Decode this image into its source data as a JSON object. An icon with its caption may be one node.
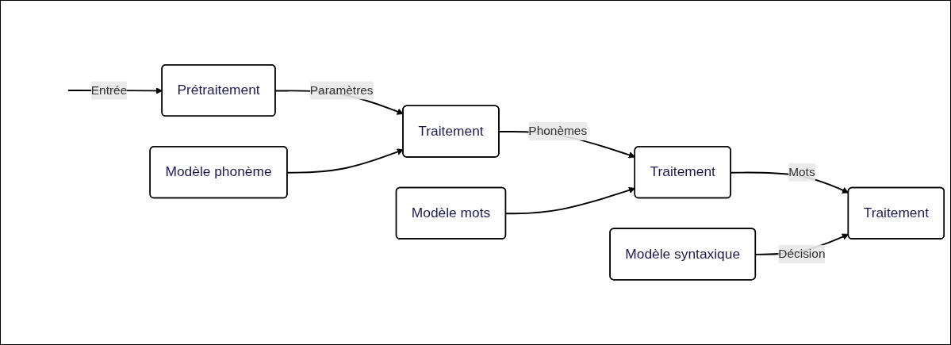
{
  "diagram": {
    "nodes": [
      {
        "text": [
          "Modèle phonème"
        ]
      },
      {
        "text": [
          "Modèle mots"
        ]
      },
      {
        "text": [
          "Modèle syntaxique"
        ]
      },
      {
        "text": [
          "Prétraitement"
        ]
      },
      {
        "text": [
          "Traitement"
        ]
      },
      {
        "text": [
          "Traitement"
        ]
      },
      {
        "text": [
          "Traitement"
        ]
      }
    ],
    "edges": [
      {
        "from": null,
        "to": 3,
        "arrow": "to",
        "label": "Entrée"
      },
      {
        "from": 3,
        "to": 4,
        "arrow": "to",
        "label": "Paramètres"
      },
      {
        "from": 0,
        "to": 4,
        "arrow": "to"
      },
      {
        "from": 4,
        "to": 5,
        "arrow": "to",
        "label": "Phonèmes"
      },
      {
        "from": 1,
        "to": 5,
        "arrow": "to"
      },
      {
        "from": 5,
        "to": 6,
        "arrow": "to",
        "label": "Mots"
      },
      {
        "from": 2,
        "to": 6,
        "arrow": "to",
        "label": "Décision"
      }
    ]
  }
}
